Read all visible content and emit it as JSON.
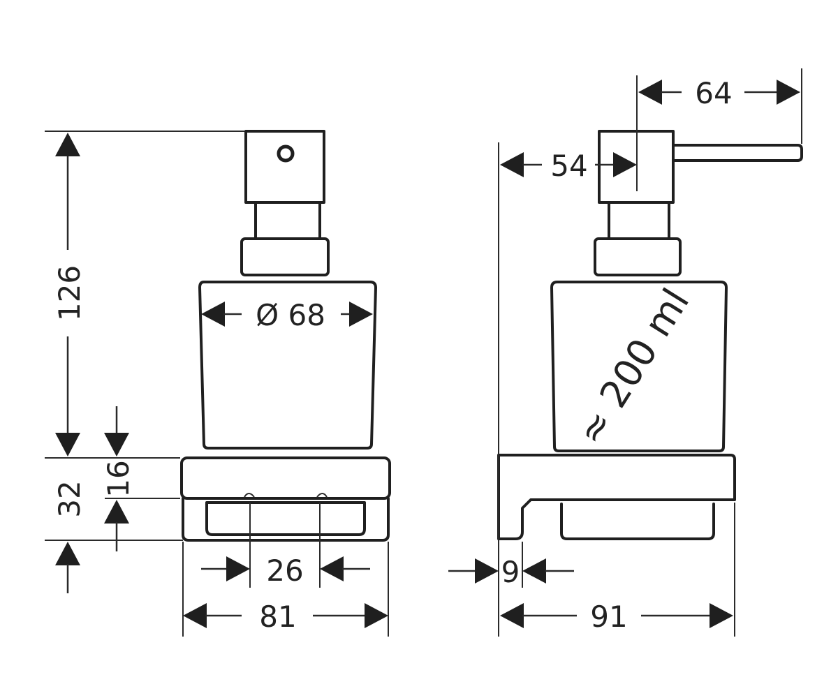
{
  "dimensions": {
    "height_total": "126",
    "base_height": "32",
    "tray_height": "16",
    "diameter": "Ø 68",
    "tray_width": "26",
    "front_width": "81",
    "wall_thickness": "9",
    "depth": "91",
    "wall_to_pump": "54",
    "spout_length": "64"
  },
  "capacity": "≈ 200 ml",
  "colors": {
    "line": "#1f1f1f",
    "background": "#ffffff"
  }
}
